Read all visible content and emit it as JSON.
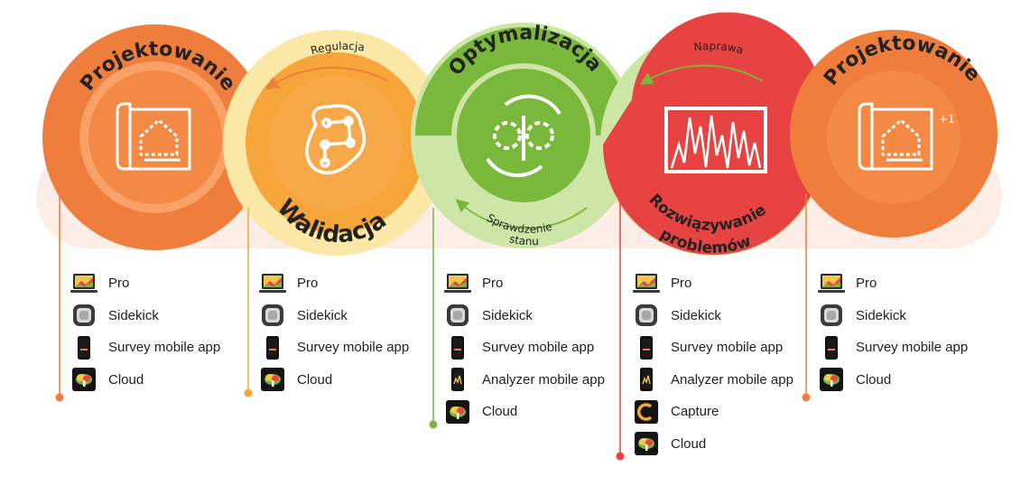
{
  "colors": {
    "orange": "#ef7d3c",
    "orange_light": "#f9a56a",
    "amber": "#f5a53a",
    "amber_light": "#fbe7a6",
    "green": "#79b83a",
    "green_light": "#cde5a6",
    "red": "#e84343",
    "band": "#fbe5d8"
  },
  "stages": [
    {
      "title": "Projektowanie",
      "icon": "floorplan-icon",
      "color": "#ef7d3c"
    },
    {
      "title": "Walidacja",
      "icon": "validation-path-icon",
      "color": "#f5a53a",
      "arc_label": "Regulacja"
    },
    {
      "title": "Optymalizacja",
      "icon": "gears-icon",
      "color": "#79b83a",
      "arc_label_lines": [
        "Sprawdzenie",
        "stanu"
      ]
    },
    {
      "title_lines": [
        "Rozwiązywanie",
        "problemów"
      ],
      "icon": "spectrum-icon",
      "color": "#e84343",
      "arc_label": "Naprawa"
    },
    {
      "title": "Projektowanie",
      "icon": "floorplan-icon",
      "badge": "+1",
      "color": "#ef7d3c"
    }
  ],
  "tools": [
    [
      {
        "label": "Pro",
        "icon": "laptop-icon"
      },
      {
        "label": "Sidekick",
        "icon": "sidekick-device-icon"
      },
      {
        "label": "Survey mobile app",
        "icon": "phone-icon"
      },
      {
        "label": "Cloud",
        "icon": "cloud-icon"
      }
    ],
    [
      {
        "label": "Pro",
        "icon": "laptop-icon"
      },
      {
        "label": "Sidekick",
        "icon": "sidekick-device-icon"
      },
      {
        "label": "Survey mobile app",
        "icon": "phone-icon"
      },
      {
        "label": "Cloud",
        "icon": "cloud-icon"
      }
    ],
    [
      {
        "label": "Pro",
        "icon": "laptop-icon"
      },
      {
        "label": "Sidekick",
        "icon": "sidekick-device-icon"
      },
      {
        "label": "Survey mobile app",
        "icon": "phone-icon"
      },
      {
        "label": "Analyzer mobile app",
        "icon": "phone-analyzer-icon"
      },
      {
        "label": "Cloud",
        "icon": "cloud-icon"
      }
    ],
    [
      {
        "label": "Pro",
        "icon": "laptop-icon"
      },
      {
        "label": "Sidekick",
        "icon": "sidekick-device-icon"
      },
      {
        "label": "Survey mobile app",
        "icon": "phone-icon"
      },
      {
        "label": "Analyzer mobile app",
        "icon": "phone-analyzer-icon"
      },
      {
        "label": "Capture",
        "icon": "capture-icon"
      },
      {
        "label": "Cloud",
        "icon": "cloud-icon"
      }
    ],
    [
      {
        "label": "Pro",
        "icon": "laptop-icon"
      },
      {
        "label": "Sidekick",
        "icon": "sidekick-device-icon"
      },
      {
        "label": "Survey mobile app",
        "icon": "phone-icon"
      },
      {
        "label": "Cloud",
        "icon": "cloud-icon"
      }
    ]
  ]
}
